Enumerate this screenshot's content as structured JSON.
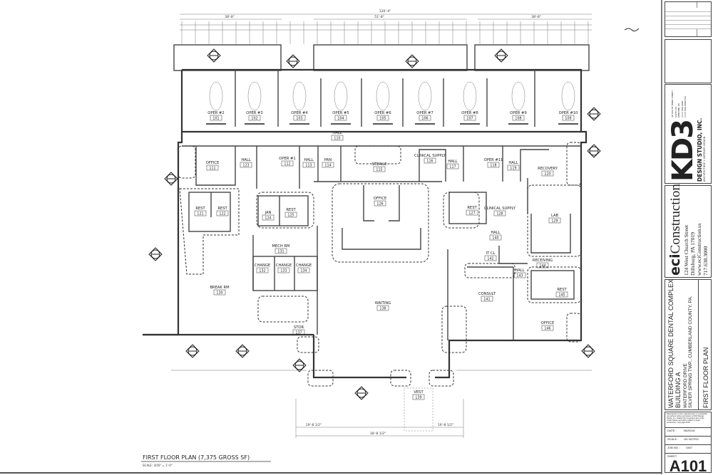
{
  "drawing": {
    "title": "FIRST FLOOR PLAN (7,375 GROSS SF)",
    "scale": "SCALE: 3/16\" = 1'-0\""
  },
  "rooms": [
    {
      "name": "OPER #2",
      "num": "101"
    },
    {
      "name": "OPER #3",
      "num": "102"
    },
    {
      "name": "OPER #4",
      "num": "103"
    },
    {
      "name": "OPER #5",
      "num": "104"
    },
    {
      "name": "OPER #6",
      "num": "105"
    },
    {
      "name": "OPER #7",
      "num": "106"
    },
    {
      "name": "OPER #8",
      "num": "107"
    },
    {
      "name": "OPER #9",
      "num": "108"
    },
    {
      "name": "OPER #10",
      "num": "109"
    },
    {
      "name": "HALL",
      "num": "110"
    },
    {
      "name": "OFFICE",
      "num": "111"
    },
    {
      "name": "HALL",
      "num": "123"
    },
    {
      "name": "OPER #1",
      "num": "112"
    },
    {
      "name": "HALL",
      "num": "113"
    },
    {
      "name": "PAN",
      "num": "114"
    },
    {
      "name": "STERILE",
      "num": "115"
    },
    {
      "name": "CLINICAL SUPPLY",
      "num": "116"
    },
    {
      "name": "HALL",
      "num": "117"
    },
    {
      "name": "OPER #11",
      "num": "118"
    },
    {
      "name": "HALL",
      "num": "119"
    },
    {
      "name": "RECOVERY",
      "num": "120"
    },
    {
      "name": "REST",
      "num": "121"
    },
    {
      "name": "REST",
      "num": "122"
    },
    {
      "name": "JAN",
      "num": "124"
    },
    {
      "name": "REST",
      "num": "125"
    },
    {
      "name": "OFFICE",
      "num": "126"
    },
    {
      "name": "REST",
      "num": "127"
    },
    {
      "name": "CLINICAL SUPPLY",
      "num": "128"
    },
    {
      "name": "LAB",
      "num": "129"
    },
    {
      "name": "HALL",
      "num": "140"
    },
    {
      "name": "MECH RM",
      "num": "131"
    },
    {
      "name": "CHANGE",
      "num": "132"
    },
    {
      "name": "CHANGE",
      "num": "133"
    },
    {
      "name": "CHANGE",
      "num": "134"
    },
    {
      "name": "BREAK RM",
      "num": "130"
    },
    {
      "name": "IT CL",
      "num": "142"
    },
    {
      "name": "RECEIVING",
      "num": "144"
    },
    {
      "name": "HALL",
      "num": "143"
    },
    {
      "name": "REST",
      "num": "145"
    },
    {
      "name": "CONSULT",
      "num": "141"
    },
    {
      "name": "WAITING",
      "num": "138"
    },
    {
      "name": "STOR",
      "num": "137"
    },
    {
      "name": "OFFICE",
      "num": "146"
    },
    {
      "name": "VEST",
      "num": "139"
    }
  ],
  "dimensions": {
    "overall": "120'-4\"",
    "top_left": "38'-8\"",
    "top_center": "51'-8\"",
    "top_right": "38'-8\"",
    "bottom_left": "19'-8 1/2\"",
    "bottom_center": "18'-8 1/2\"",
    "bottom_right": "19'-8 1/2\""
  },
  "title_block": {
    "architect": {
      "logo": "KD3",
      "name": "DESIGN STUDIO, INC.",
      "tagline": "ARCHITECTURE + INTERIOR DESIGN",
      "address": [
        "48 SOUTH THIRD STREET",
        "SUITE 101",
        "LEMOYNE, PA",
        "(717) 000-0000",
        "(717) 000-0000 FAX"
      ]
    },
    "contractor": {
      "logo_bold": "eci",
      "logo_rest": "Construction",
      "lines": [
        "124 West Church Street",
        "Dillsburg, PA 17019",
        "www.eciConstruction.us",
        "717.638.3000"
      ]
    },
    "project": {
      "title": "WATERFORD SQUARE DENTAL COMPLEX",
      "building": "BUILDING A",
      "street": "WATERFORD DRIVE",
      "location": "SILVER SPRING TWP., CUMBERLAND COUNTY, PA.",
      "sheet_title": "FIRST FLOOR PLAN"
    },
    "copyright_note": "Reproduction of the material herein or substantial use without written permission of KD3 Design Studio, Inc. violates the Copyright Laws of the United States and will be subject to legal prosecution. Copyright 2018",
    "date_label": "DATE :",
    "date": "05/25/18",
    "scale_label": "SCALE :",
    "scale": "AS NOTED",
    "job_label": "JOB NO. :",
    "job": "0407",
    "sheet_label": "SHEET",
    "sheet": "A101"
  }
}
